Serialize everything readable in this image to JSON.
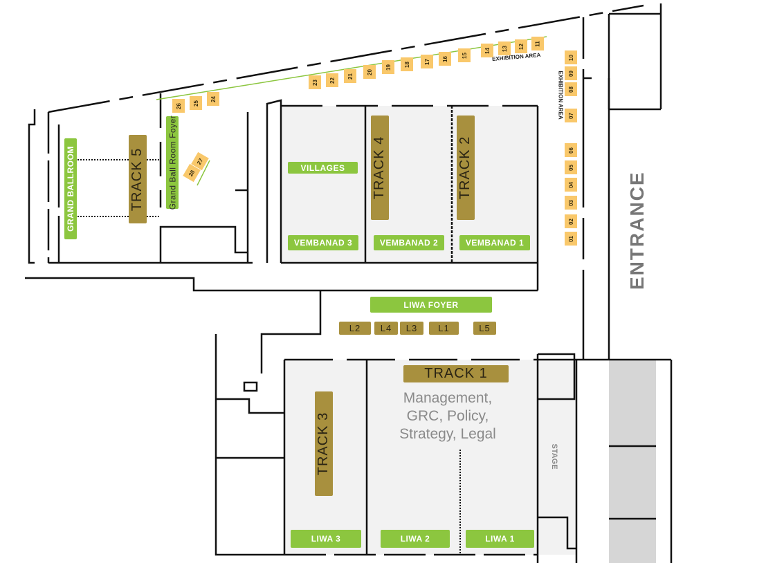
{
  "map": {
    "entrance": "ENTRANCE",
    "exhibition_area_top": "EXHIBITION AREA",
    "exhibition_area_side": "EXHIBITION AREA",
    "stage": "STAGE",
    "grand_ballroom": "GRAND BALLROOM",
    "grand_ballroom_foyer": "Grand Ball Room Foyer",
    "villages": "VILLAGES",
    "liwa_foyer": "LIWA FOYER",
    "tracks": {
      "track1": "TRACK 1",
      "track2": "TRACK 2",
      "track3": "TRACK 3",
      "track4": "TRACK 4",
      "track5": "TRACK 5"
    },
    "track1_topics": [
      "Management,",
      "GRC, Policy,",
      "Strategy, Legal"
    ],
    "rooms": {
      "vembanad3": "VEMBANAD 3",
      "vembanad2": "VEMBANAD 2",
      "vembanad1": "VEMBANAD 1",
      "liwa3": "LIWA 3",
      "liwa2": "LIWA 2",
      "liwa1": "LIWA 1"
    },
    "lounges": [
      "L2",
      "L4",
      "L3",
      "L1",
      "L5"
    ],
    "booths": [
      "01",
      "02",
      "03",
      "04",
      "05",
      "06",
      "07",
      "08",
      "09",
      "10",
      "11",
      "12",
      "13",
      "14",
      "15",
      "16",
      "17",
      "18",
      "19",
      "20",
      "21",
      "22",
      "23",
      "24",
      "25",
      "26",
      "27",
      "28"
    ]
  },
  "colors": {
    "green": "#8cc63f",
    "gold": "#a8903e",
    "booth": "#f9c86b",
    "room": "#f2f2f2",
    "entrance_block": "#d6d6d6"
  }
}
